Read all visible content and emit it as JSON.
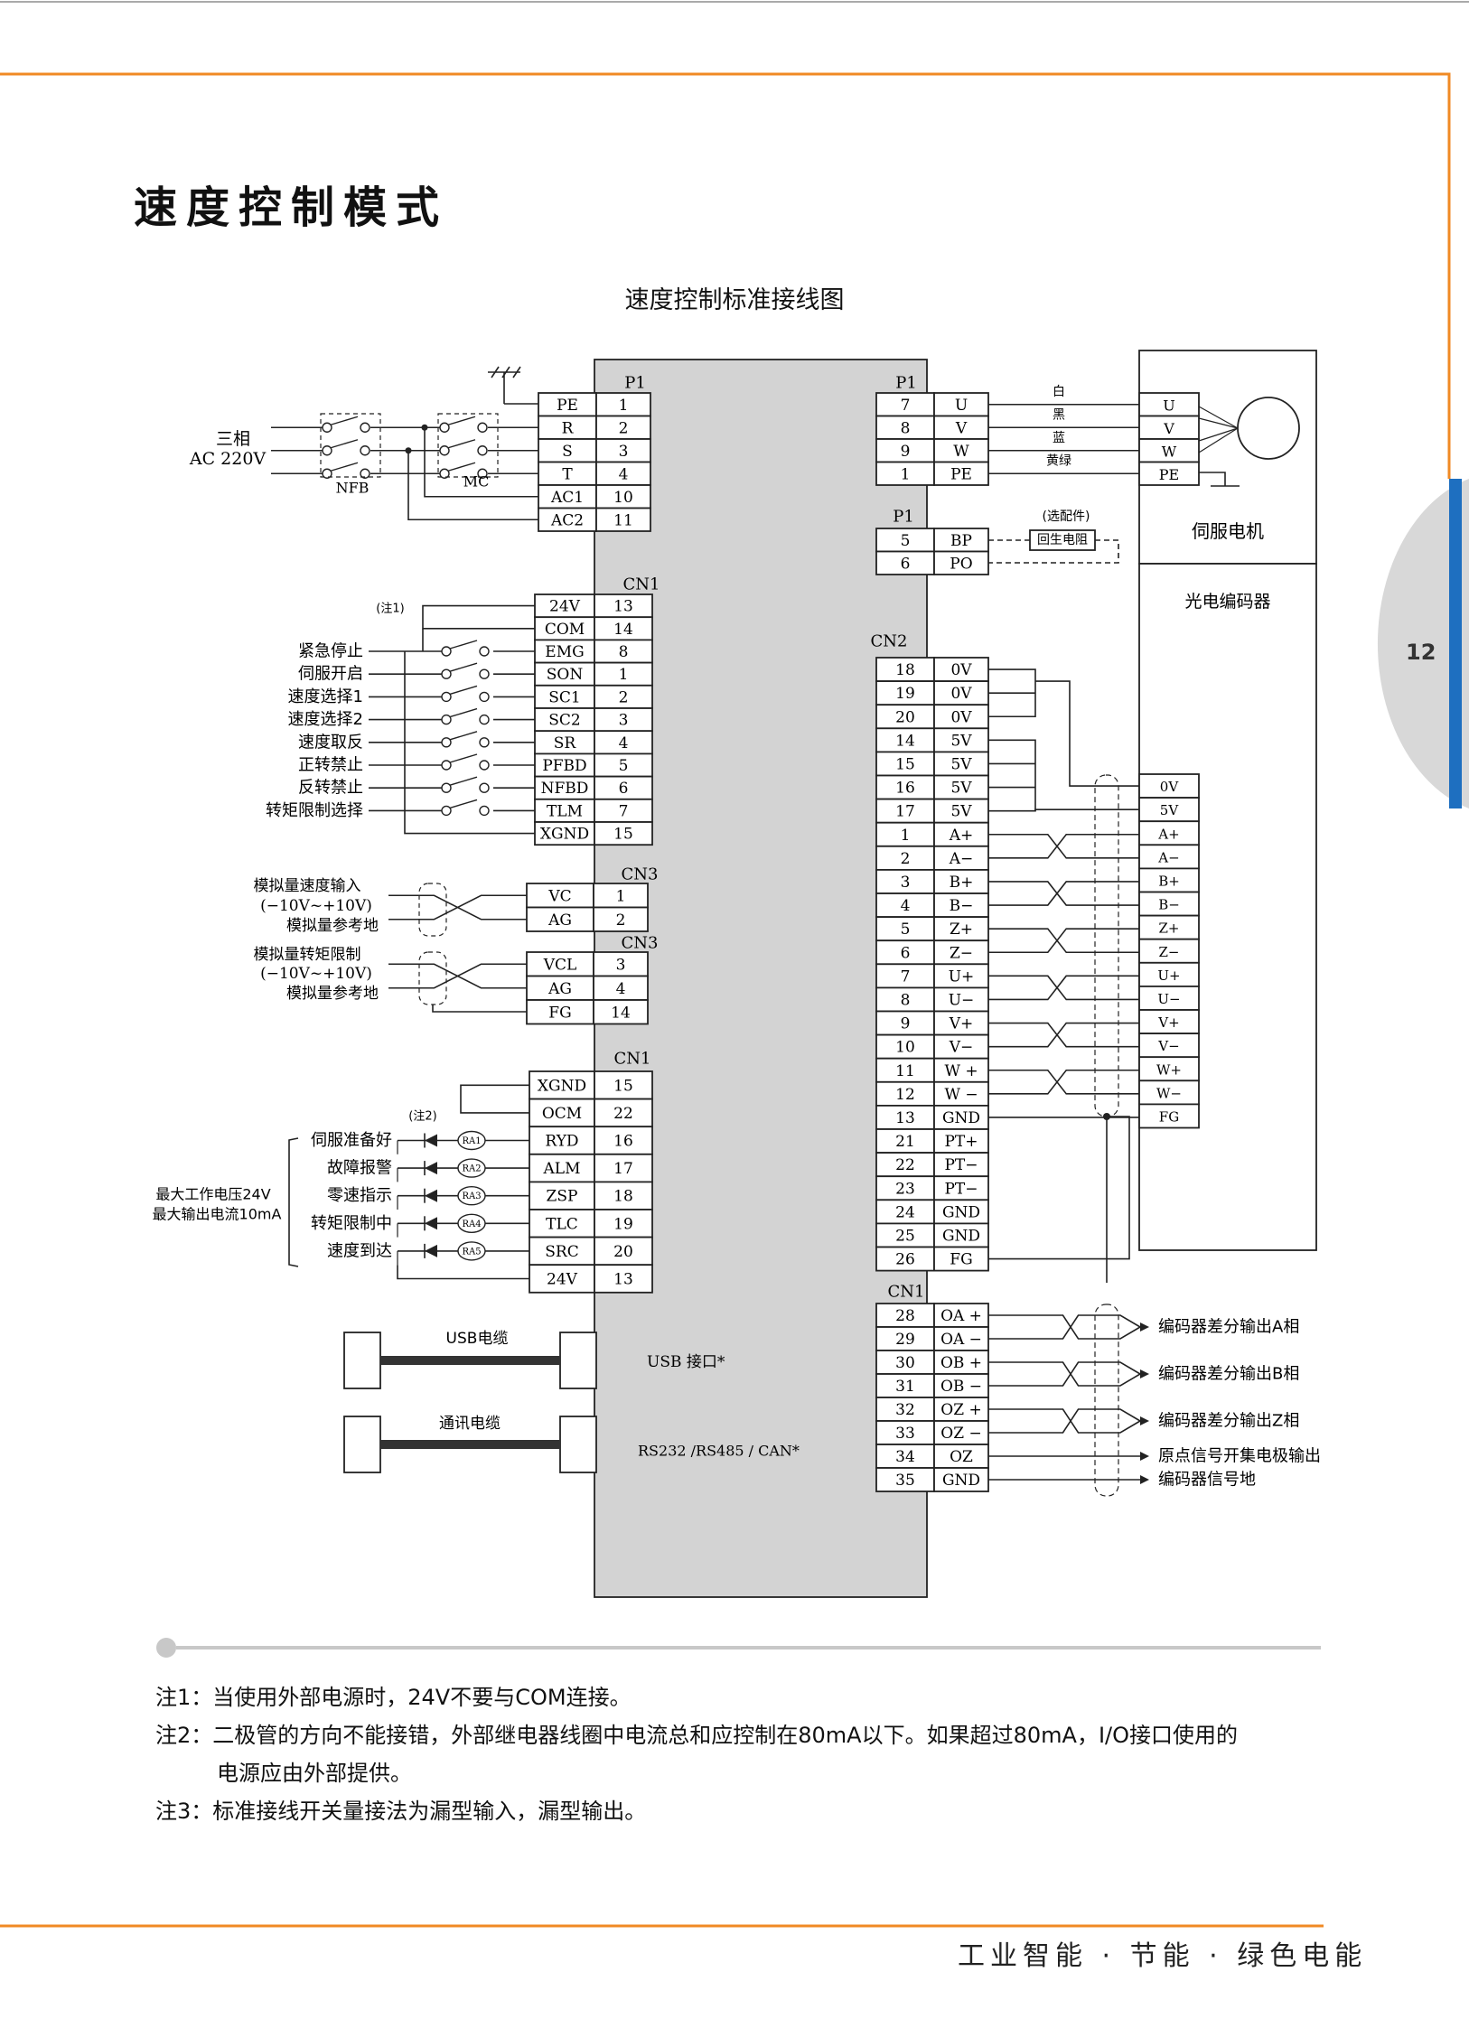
{
  "page": {
    "title": "速度控制模式",
    "subtitle": "速度控制标准接线图",
    "page_number": "12",
    "footer": "工业智能 · 节能 · 绿色电能"
  },
  "notes": [
    "注1：当使用外部电源时，24V不要与COM连接。",
    "注2：二极管的方向不能接错，外部继电器线圈中电流总和应控制在80mA以下。如果超过80mA，I/O接口使用的",
    "电源应由外部提供。",
    "注3：标准接线开关量接法为漏型输入，漏型输出。"
  ],
  "diagram": {
    "power": {
      "label1": "三相",
      "label2": "AC 220V",
      "nfb": "NFB",
      "mc": "MC"
    },
    "p1_left": {
      "header": "P1",
      "rows": [
        [
          "PE",
          "1"
        ],
        [
          "R",
          "2"
        ],
        [
          "S",
          "3"
        ],
        [
          "T",
          "4"
        ],
        [
          "AC1",
          "10"
        ],
        [
          "AC2",
          "11"
        ]
      ]
    },
    "p1_right": {
      "header": "P1",
      "rows": [
        [
          "7",
          "U"
        ],
        [
          "8",
          "V"
        ],
        [
          "9",
          "W"
        ],
        [
          "1",
          "PE"
        ]
      ]
    },
    "motor_wires": [
      "白",
      "黑",
      "蓝",
      "黄绿"
    ],
    "motor_terms": [
      "U",
      "V",
      "W",
      "PE"
    ],
    "motor_label": "伺服电机",
    "encoder_label": "光电编码器",
    "p1_regen": {
      "header": "P1",
      "rows": [
        [
          "5",
          "BP"
        ],
        [
          "6",
          "PO"
        ]
      ],
      "option": "(选配件)",
      "resistor": "回生电阻"
    },
    "cn1_in": {
      "header": "CN1",
      "note": "(注1)",
      "rows": [
        [
          "24V",
          "13"
        ],
        [
          "COM",
          "14"
        ],
        [
          "EMG",
          "8"
        ],
        [
          "SON",
          "1"
        ],
        [
          "SC1",
          "2"
        ],
        [
          "SC2",
          "3"
        ],
        [
          "SR",
          "4"
        ],
        [
          "PFBD",
          "5"
        ],
        [
          "NFBD",
          "6"
        ],
        [
          "TLM",
          "7"
        ],
        [
          "XGND",
          "15"
        ]
      ]
    },
    "inputs": [
      "紧急停止",
      "伺服开启",
      "速度选择1",
      "速度选择2",
      "速度取反",
      "正转禁止",
      "反转禁止",
      "转矩限制选择"
    ],
    "cn3_a": {
      "header": "CN3",
      "rows": [
        [
          "VC",
          "1"
        ],
        [
          "AG",
          "2"
        ]
      ]
    },
    "cn3_b": {
      "header": "CN3",
      "rows": [
        [
          "VCL",
          "3"
        ],
        [
          "AG",
          "4"
        ],
        [
          "FG",
          "14"
        ]
      ]
    },
    "analog": [
      "模拟量速度输入",
      "(−10V~+10V)",
      "模拟量参考地",
      "模拟量转矩限制",
      "(−10V~+10V)",
      "模拟量参考地"
    ],
    "cn1_out": {
      "header": "CN1",
      "note": "(注2)",
      "rows": [
        [
          "XGND",
          "15"
        ],
        [
          "OCM",
          "22"
        ],
        [
          "RYD",
          "16"
        ],
        [
          "ALM",
          "17"
        ],
        [
          "ZSP",
          "18"
        ],
        [
          "TLC",
          "19"
        ],
        [
          "SRC",
          "20"
        ],
        [
          "24V",
          "13"
        ]
      ]
    },
    "outputs": [
      "伺服准备好",
      "故障报警",
      "零速指示",
      "转矩限制中",
      "速度到达"
    ],
    "relays": [
      "RA1",
      "RA2",
      "RA3",
      "RA4",
      "RA5"
    ],
    "out_limits": [
      "最大工作电压24V",
      "最大输出电流10mA"
    ],
    "cn2": {
      "header": "CN2",
      "rows": [
        [
          "18",
          "0V"
        ],
        [
          "19",
          "0V"
        ],
        [
          "20",
          "0V"
        ],
        [
          "14",
          "5V"
        ],
        [
          "15",
          "5V"
        ],
        [
          "16",
          "5V"
        ],
        [
          "17",
          "5V"
        ],
        [
          "1",
          "A+"
        ],
        [
          "2",
          "A−"
        ],
        [
          "3",
          "B+"
        ],
        [
          "4",
          "B−"
        ],
        [
          "5",
          "Z+"
        ],
        [
          "6",
          "Z−"
        ],
        [
          "7",
          "U+"
        ],
        [
          "8",
          "U−"
        ],
        [
          "9",
          "V+"
        ],
        [
          "10",
          "V−"
        ],
        [
          "11",
          "W +"
        ],
        [
          "12",
          "W −"
        ],
        [
          "13",
          "GND"
        ],
        [
          "21",
          "PT+"
        ],
        [
          "22",
          "PT−"
        ],
        [
          "23",
          "PT−"
        ],
        [
          "24",
          "GND"
        ],
        [
          "25",
          "GND"
        ],
        [
          "26",
          "FG"
        ]
      ]
    },
    "encoder_terms": [
      "0V",
      "5V",
      "A+",
      "A−",
      "B+",
      "B−",
      "Z+",
      "Z−",
      "U+",
      "U−",
      "V+",
      "V−",
      "W+",
      "W−",
      "FG"
    ],
    "cn1_enc": {
      "header": "CN1",
      "rows": [
        [
          "28",
          "OA +"
        ],
        [
          "29",
          "OA −"
        ],
        [
          "30",
          "OB +"
        ],
        [
          "31",
          "OB −"
        ],
        [
          "32",
          "OZ +"
        ],
        [
          "33",
          "OZ −"
        ],
        [
          "34",
          "OZ"
        ],
        [
          "35",
          "GND"
        ]
      ]
    },
    "enc_outputs": [
      "编码器差分输出A相",
      "编码器差分输出B相",
      "编码器差分输出Z相",
      "原点信号开集电极输出",
      "编码器信号地"
    ],
    "usb_cable": "USB电缆",
    "usb_port": "USB 接口*",
    "comm_cable": "通讯电缆",
    "comm_port": "RS232 /RS485 / CAN*"
  },
  "colors": {
    "accent": "#F08A24",
    "tab_blue": "#1E6FC0",
    "tab_grey": "#D8D8D8",
    "drive_body": "#D3D3D3"
  }
}
